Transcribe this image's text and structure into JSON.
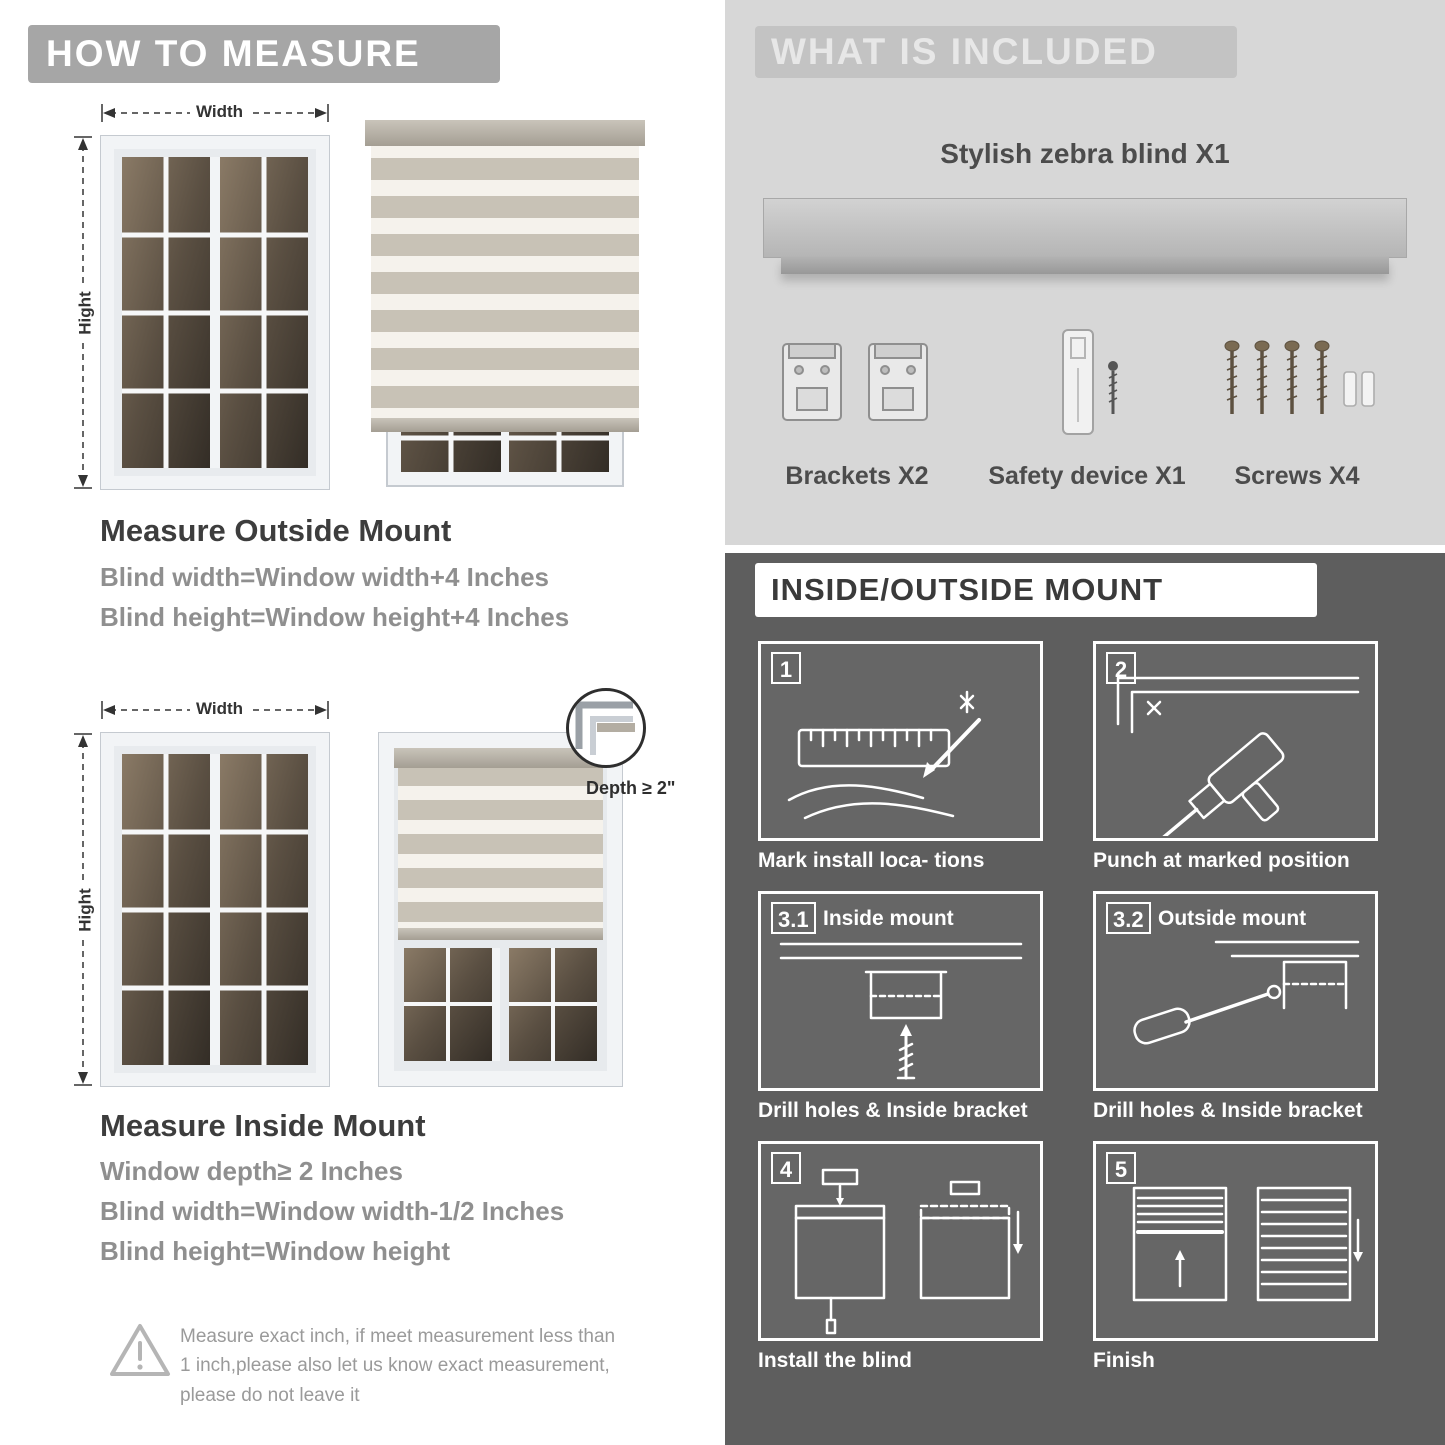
{
  "measure": {
    "header": "HOW TO MEASURE",
    "outside": {
      "width_label": "Width",
      "height_label": "Hight",
      "title": "Measure Outside Mount",
      "line1": "Blind width=Window width+4 Inches",
      "line2": "Blind height=Window height+4 Inches"
    },
    "inside": {
      "width_label": "Width",
      "height_label": "Hight",
      "depth_label": "Depth ≥ 2\"",
      "title": "Measure Inside Mount",
      "line1": "Window depth≥ 2 Inches",
      "line2": "Blind width=Window width-1/2 Inches",
      "line3": "Blind height=Window height"
    },
    "warning_text": "Measure exact inch, if meet measurement less than 1 inch,please also let us know exact measurement, please do not leave it"
  },
  "included": {
    "header": "WHAT IS INCLUDED",
    "blind_label": "Stylish zebra blind X1",
    "items": [
      {
        "label": "Brackets X2"
      },
      {
        "label": "Safety device X1"
      },
      {
        "label": "Screws X4"
      }
    ]
  },
  "mount": {
    "header": "INSIDE/OUTSIDE MOUNT",
    "steps": [
      {
        "num": "1",
        "caption": "Mark install loca- tions"
      },
      {
        "num": "2",
        "caption": "Punch at  marked position"
      },
      {
        "num": "3.1",
        "title": "Inside mount",
        "caption": "Drill holes &  Inside bracket"
      },
      {
        "num": "3.2",
        "title": "Outside mount",
        "caption": "Drill holes &  Inside bracket"
      },
      {
        "num": "4",
        "caption": "Install the blind"
      },
      {
        "num": "5",
        "caption": "Finish"
      }
    ]
  },
  "colors": {
    "banner_gray": "#a6a6a6",
    "light_panel": "#d7d7d7",
    "dark_panel": "#5e5e5e",
    "text_dark": "#3d3d3d",
    "text_gray": "#8f8f8f",
    "blind_stripe": "#c8c2b6",
    "blind_sheer": "#f5f2ec"
  }
}
